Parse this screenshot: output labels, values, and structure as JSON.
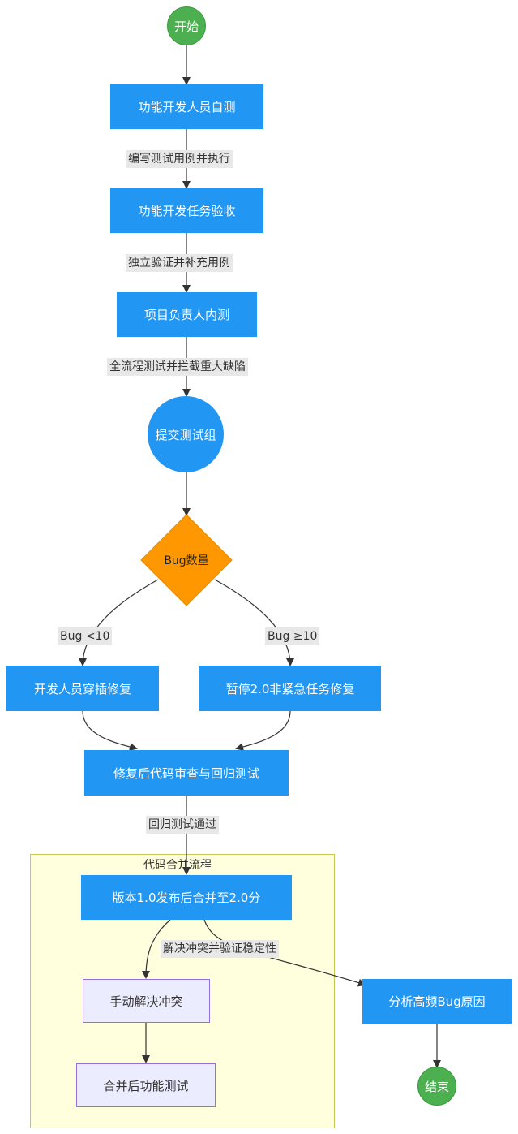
{
  "colors": {
    "process": "#2196f3",
    "terminal": "#4caf50",
    "decision": "#ff9800",
    "sub_node": "#ececff",
    "subgraph_bg": "#ffffde",
    "edge": "#333333"
  },
  "nodes": {
    "start": "开始",
    "self_test": "功能开发人员自测",
    "task_accept": "功能开发任务验收",
    "lead_test": "项目负责人内测",
    "submit_qa": "提交测试组",
    "bug_count": "Bug数量",
    "dev_fix": "开发人员穿插修复",
    "pause_fix": "暂停2.0非紧急任务修复",
    "code_review": "修复后代码审查与回归测试",
    "merge_version": "版本1.0发布后合并至2.0分",
    "manual_resolve": "手动解决冲突",
    "post_merge_test": "合并后功能测试",
    "analyze_bug": "分析高频Bug原因",
    "end": "结束"
  },
  "edges": {
    "write_cases": "编写测试用例并执行",
    "verify_cases": "独立验证并补充用例",
    "full_test": "全流程测试并拦截重大缺陷",
    "bug_lt10": "Bug <10",
    "bug_ge10": "Bug ≥10",
    "regression_pass": "回归测试通过",
    "resolve_verify": "解决冲突并验证稳定性"
  },
  "subgraph": {
    "title": "代码合并流程"
  }
}
